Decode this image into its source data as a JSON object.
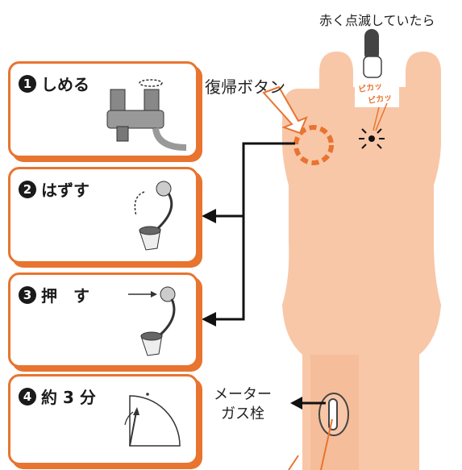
{
  "header": {
    "notice": "赤く点滅していたら"
  },
  "meter": {
    "reset_button_label": "復帰ボタン",
    "blink_text_1": "ピカッ",
    "blink_text_2": "ピカッ",
    "valve_label_line1": "メーター",
    "valve_label_line2": "ガス栓"
  },
  "steps": [
    {
      "number": "1",
      "title": "しめる"
    },
    {
      "number": "2",
      "title": "はずす"
    },
    {
      "number": "3",
      "title": "押　す"
    },
    {
      "number": "4",
      "title": "約 3 分"
    }
  ],
  "colors": {
    "accent": "#e8742f",
    "meter_body": "#f8c7a8",
    "ink": "#1a1a1a"
  }
}
